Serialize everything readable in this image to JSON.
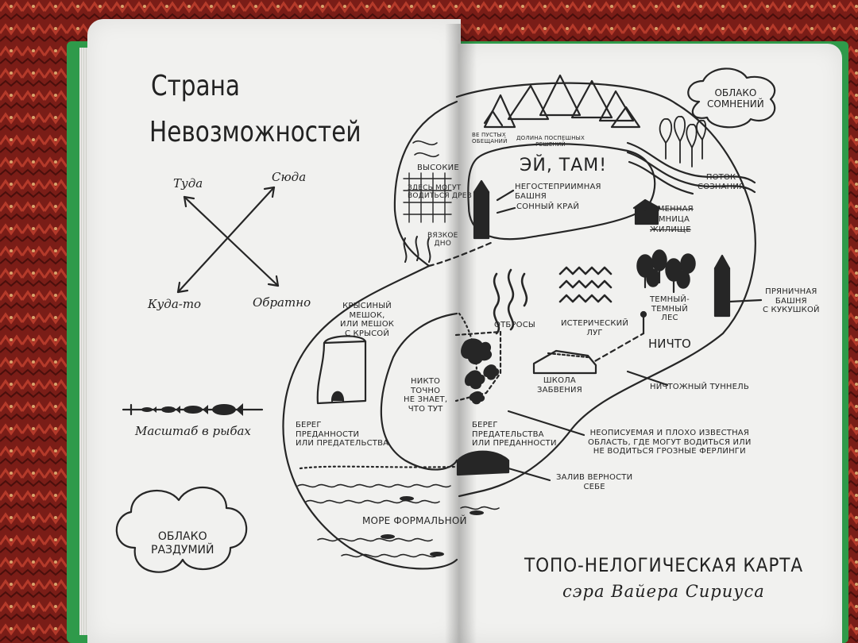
{
  "left_page": {
    "title_line1": "Страна",
    "title_line2": "Невозможностей",
    "compass": {
      "there": "Туда",
      "here": "Сюда",
      "somewhere": "Куда-то",
      "back": "Обратно"
    },
    "scale_label": "Масштаб в рыбах",
    "cloud_label": "ОБЛАКО\nРАЗДУМИЙ",
    "labels": {
      "high_something": "ВЫСОКИЕ",
      "here_may": "ЗДЕСЬ МОГУТ\nВОДИТЬСЯ ДРЕВ",
      "viscous_bottom": "ВЯЗКОЕ\nДНО",
      "rat_bag": "КРЫСИНЫЙ\nМЕШОК,\nили МЕШОК\nС КРЫСОЙ",
      "nobody_knows": "НИКТО\nТОЧНО\nНЕ ЗНАЕТ,\nЧТО ТУТ",
      "shore_devotion": "БЕРЕГ\nПРЕДАННОСТИ\nили ПРЕДАТЕЛЬСТВА",
      "sea": "МОРЕ ФОРМАЛЬНОЙ",
      "empty_promises": "ВЕ ПУСТЫХ\nОБЕЩАНИЙ"
    }
  },
  "right_page": {
    "cloud_label": "ОБЛАКО\nСОМНЕНИЙ",
    "hey_there": "ЭЙ, ТАМ!",
    "labels": {
      "valley": "ДОЛИНА ПОСПЕШНЫХ\nРЕШЕНИЙ",
      "inhospitable_tower": "НЕГОСТЕПРИИМНАЯ\nБАШНЯ",
      "sleepy_land": "СОННЫЙ КРАЙ",
      "temporary_dungeon_1": "ВРЕМЕННАЯ",
      "temporary_dungeon_2": "ТЕМНИЦА",
      "temporary_dungeon_3": "ЖИЛИЩЕ",
      "stream": "ПОТОК\nСОЗНАНИЯ",
      "scraps": "ОТБРОСЫ",
      "hysterical_meadow": "ИСТЕРИЧЕСКИЙ\nЛУГ",
      "dark_forest": "ТЕМНЫЙ-\nТЕМНЫЙ\nЛЕС",
      "ginger_tower": "ПРЯНИЧНАЯ\nБАШНЯ\nС КУКУШКОЙ",
      "nothing": "НИЧТО",
      "school": "ШКОЛА\nЗАБВЕНИЯ",
      "tunnel": "НИЧТОЖНЫЙ ТУННЕЛЬ",
      "shore_betrayal": "БЕРЕГ\nПРЕДАТЕЛЬСТВА\nили ПРЕДАННОСТИ",
      "undescribable": "НЕОПИСУЕМАЯ И ПЛОХО ИЗВЕСТНАЯ\nОБЛАСТЬ, ГДЕ МОГУТ ВОДИТЬСЯ ИЛИ\nНЕ ВОДИТЬСЯ ГРОЗНЫЕ ФЕРЛИНГИ",
      "bay": "ЗАЛИВ ВЕРНОСТИ\nСЕБЕ"
    },
    "map_title": "ТОПО-НЕЛОГИЧЕСКАЯ КАРТА",
    "map_subtitle": "сэра Вайера Сириуса"
  },
  "colors": {
    "ink": "#262626",
    "paper": "#f1f1ef",
    "cover_green": "#2f9a4a",
    "carpet_red": "#7a1d17"
  }
}
